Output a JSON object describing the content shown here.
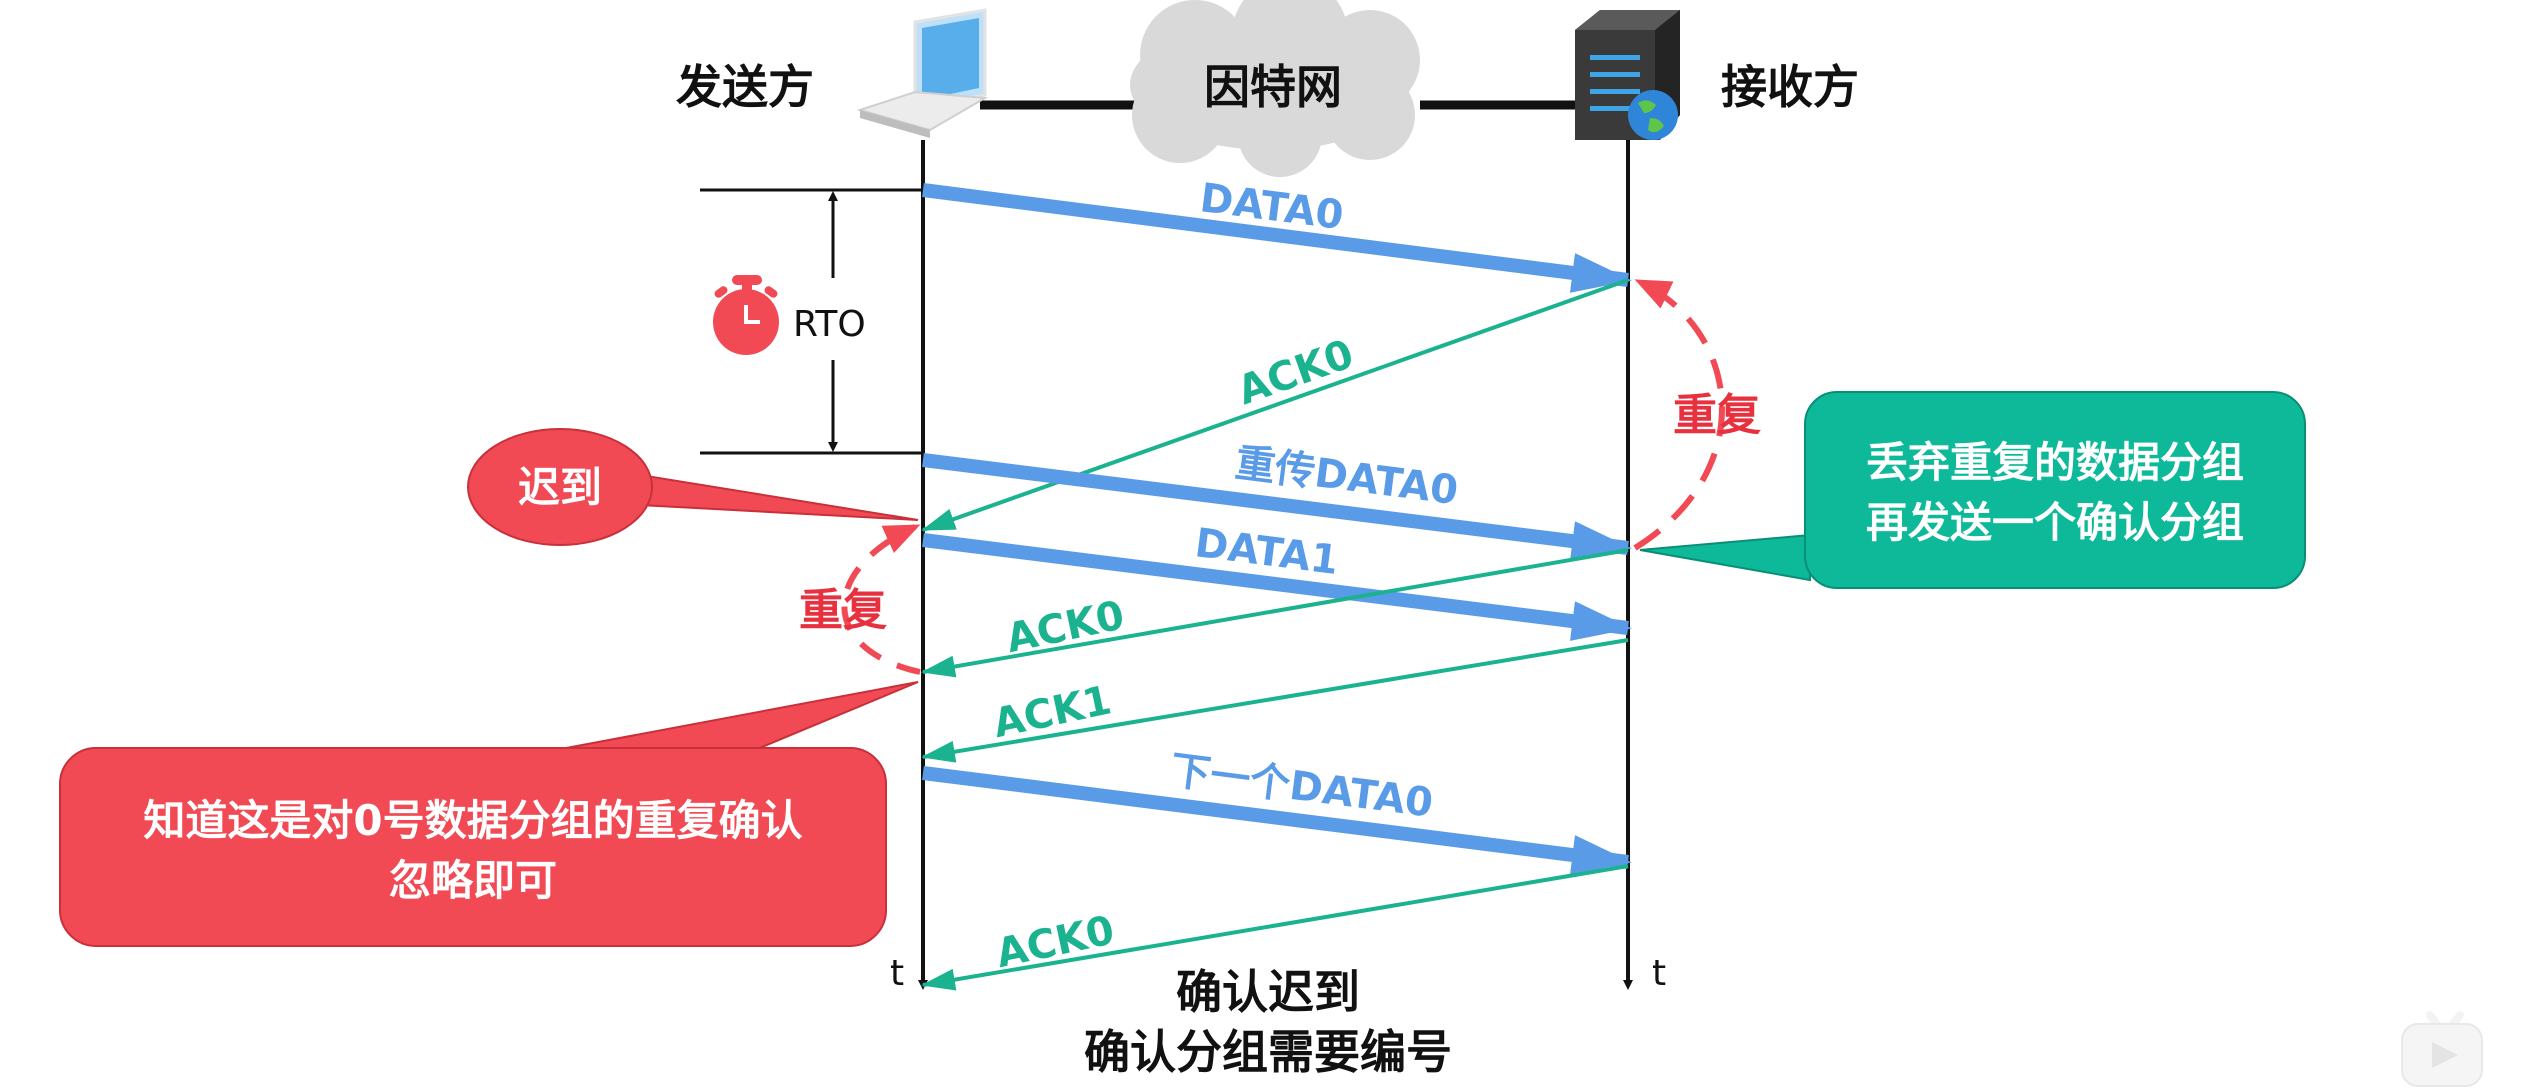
{
  "title": "TCP acknowledgement late arrival — ACK numbering",
  "nodes": {
    "sender_label": "发送方",
    "network_label": "因特网",
    "receiver_label": "接收方"
  },
  "timer": {
    "label": "RTO",
    "icon": "stopwatch-icon"
  },
  "time_axis_label": "t",
  "messages": [
    {
      "label": "DATA0",
      "direction": "sender-to-receiver",
      "type": "data"
    },
    {
      "label": "ACK0",
      "direction": "receiver-to-sender",
      "type": "ack"
    },
    {
      "label": "重传DATA0",
      "direction": "sender-to-receiver",
      "type": "data"
    },
    {
      "label": "DATA1",
      "direction": "sender-to-receiver",
      "type": "data"
    },
    {
      "label": "ACK0",
      "direction": "receiver-to-sender",
      "type": "ack"
    },
    {
      "label": "ACK1",
      "direction": "receiver-to-sender",
      "type": "ack"
    },
    {
      "label": "下一个DATA0",
      "direction": "sender-to-receiver",
      "type": "data"
    },
    {
      "label": "ACK0",
      "direction": "receiver-to-sender",
      "type": "ack"
    }
  ],
  "annotations": {
    "late_bubble": "迟到",
    "duplicate_right": "重复",
    "duplicate_left": "重复",
    "receiver_callout": [
      "丢弃重复的数据分组",
      "再发送一个确认分组"
    ],
    "sender_callout": [
      "知道这是对0号数据分组的重复确认",
      "忽略即可"
    ],
    "caption": [
      "确认迟到",
      "确认分组需要编号"
    ]
  },
  "colors": {
    "data": "#5a9be8",
    "ack": "#1bb38f",
    "highlight_red": "#f14a54",
    "callout_green": "#0db999",
    "cloud": "#d9d9d9"
  },
  "watermark": {
    "icon": "bilibili-tv-icon"
  }
}
